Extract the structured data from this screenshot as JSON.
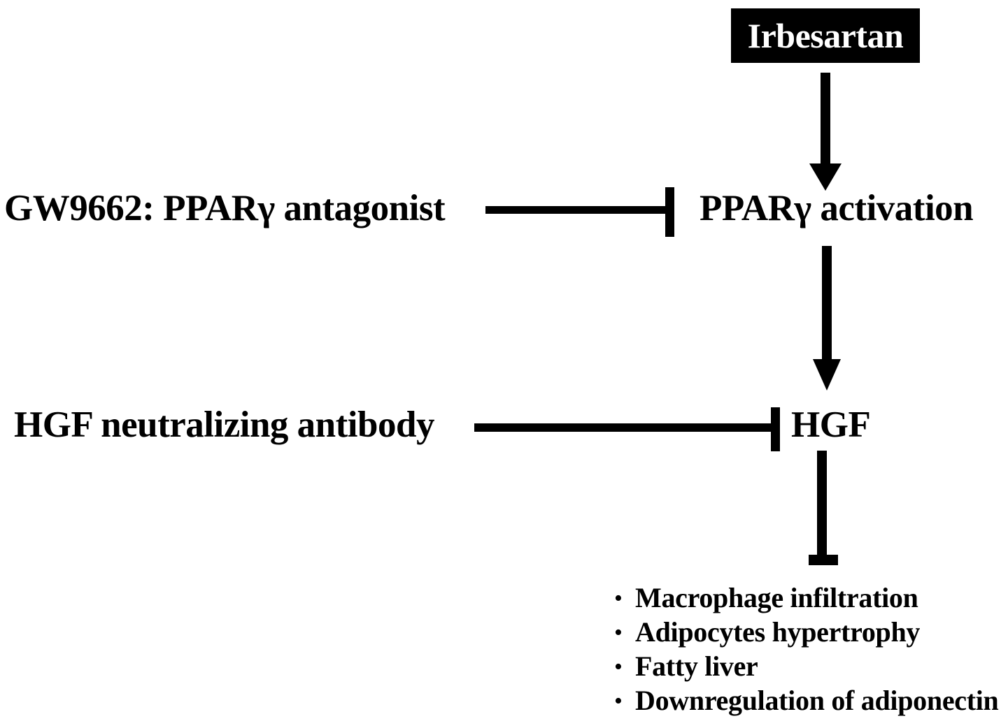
{
  "diagram": {
    "title": "Irbesartan PPAR-gamma / HGF signaling pathway",
    "colors": {
      "ink": "#000000",
      "paper": "#ffffff",
      "box_fill": "#000000",
      "box_text": "#ffffff"
    },
    "nodes": {
      "drug": "Irbesartan",
      "ppar_activation": "PPARγ activation",
      "gw9662": "GW9662: PPARγ antagonist",
      "hgf_antibody": "HGF neutralizing antibody",
      "hgf": "HGF"
    },
    "edges": [
      {
        "from": "Irbesartan",
        "to": "PPARγ activation",
        "type": "activation-arrow",
        "orientation": "vertical"
      },
      {
        "from": "PPARγ activation",
        "to": "HGF",
        "type": "activation-arrow",
        "orientation": "vertical"
      },
      {
        "from": "GW9662: PPARγ antagonist",
        "to": "PPARγ activation",
        "type": "inhibition-bar",
        "orientation": "horizontal"
      },
      {
        "from": "HGF neutralizing antibody",
        "to": "HGF",
        "type": "inhibition-bar",
        "orientation": "horizontal"
      },
      {
        "from": "HGF",
        "to": "outcomes",
        "type": "inhibition-bar",
        "orientation": "vertical"
      }
    ],
    "outcomes": {
      "bullet_glyph": "•",
      "items": [
        "Macrophage infiltration",
        "Adipocytes hypertrophy",
        "Fatty liver",
        "Downregulation of adiponectin"
      ]
    }
  }
}
